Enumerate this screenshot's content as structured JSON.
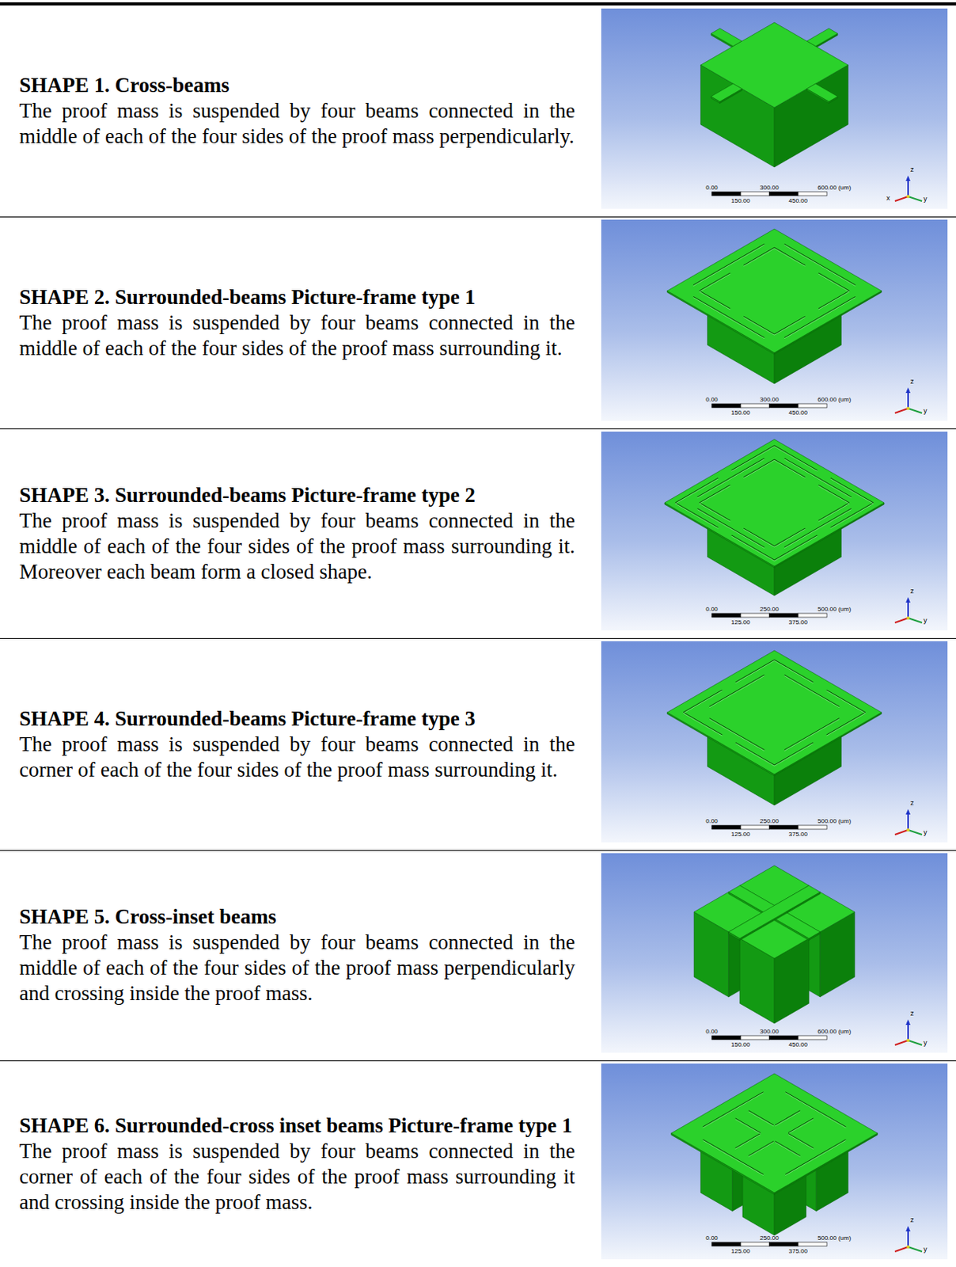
{
  "diagram": {
    "labels": [
      "SHAPE 1. Cross-beams",
      "The proof mass is suspended by four beams connected in the middle of each of the four sides of the proof mass perpendicularly.",
      "0.00",
      "300.00",
      "600.00 (um)",
      "150.00",
      "450.00",
      "z",
      "x",
      "y",
      "SHAPE 2. Surrounded-beams Picture-frame type 1",
      "The proof mass is suspended by four beams connected in the middle of each of the four sides of the proof mass surrounding it.",
      "0.00",
      "300.00",
      "600.00 (um)",
      "150.00",
      "450.00",
      "z",
      "y",
      "SHAPE 3. Surrounded-beams Picture-frame type 2",
      "The proof mass is suspended by four beams connected in the middle of each of the four sides of the proof mass surrounding it. Moreover each beam form a closed shape.",
      "0.00",
      "250.00",
      "500.00 (um)",
      "125.00",
      "375.00",
      "z",
      "y",
      "SHAPE 4. Surrounded-beams Picture-frame type 3",
      "The proof mass is suspended by four beams connected in the corner of each of the four sides of the proof mass surrounding it.",
      "0.00",
      "250.00",
      "500.00 (um)",
      "125.00",
      "375.00",
      "z",
      "y",
      "SHAPE 5. Cross-inset beams",
      "The proof mass is suspended by four beams connected in the middle of each of the four sides of the proof mass perpendicularly and crossing inside the proof mass.",
      "0.00",
      "300.00",
      "600.00 (um)",
      "150.00",
      "450.00",
      "z",
      "y",
      "SHAPE 6. Surrounded-cross inset beams Picture-frame type 1",
      "The proof mass is suspended by four beams connected in the corner of each of the four sides of the proof mass surrounding it and crossing inside the proof mass.",
      "0.00",
      "250.00",
      "500.00 (um)",
      "125.00",
      "375.00",
      "z",
      "y"
    ]
  }
}
